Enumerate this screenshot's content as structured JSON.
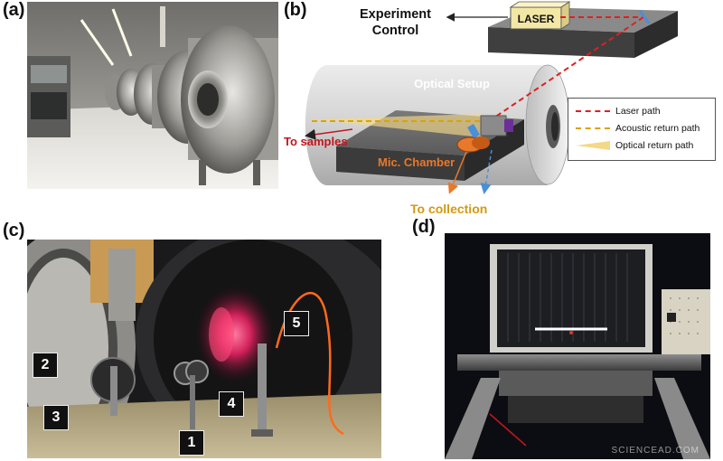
{
  "panels": {
    "a": {
      "label": "(a)"
    },
    "b": {
      "label": "(b)"
    },
    "c": {
      "label": "(c)"
    },
    "d": {
      "label": "(d)"
    }
  },
  "diagram": {
    "experiment_control": "Experiment\nControl",
    "laser": "LASER",
    "optical_setup": "Optical Setup",
    "to_samples": "To samples",
    "mic_chamber": "Mic. Chamber",
    "to_collection": "To collection",
    "legend": {
      "laser_path": "Laser path",
      "acoustic_return_path": "Acoustic return path",
      "optical_return_path": "Optical return path"
    },
    "colors": {
      "laser_red": "#e02020",
      "acoustic_gold": "#d9a400",
      "optical_beam": "#f4d88a",
      "to_samples_red": "#c0161d",
      "collection_gold": "#d39a10",
      "chamber_orange": "#e8782a"
    }
  },
  "photo_c_markers": [
    "1",
    "2",
    "3",
    "4",
    "5"
  ],
  "watermark": "SCIENCEAD.COM"
}
